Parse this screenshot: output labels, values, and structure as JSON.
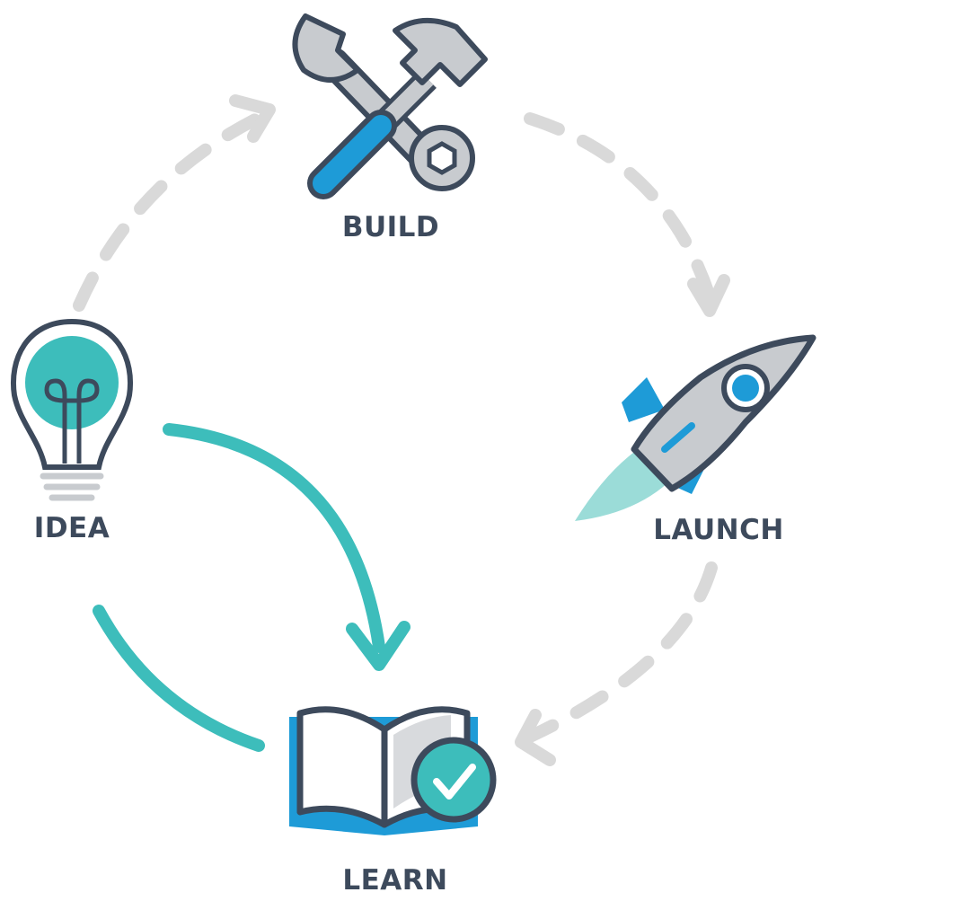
{
  "stages": {
    "build": {
      "label": "BUILD",
      "icon": "wrench-hammer-icon"
    },
    "launch": {
      "label": "LAUNCH",
      "icon": "rocket-icon"
    },
    "learn": {
      "label": "LEARN",
      "icon": "open-book-check-icon"
    },
    "idea": {
      "label": "IDEA",
      "icon": "lightbulb-icon"
    }
  },
  "colors": {
    "teal": "#3dbdbb",
    "blue": "#1e9bd7",
    "dark": "#3d4a5c",
    "gray": "#c8cbcf",
    "dashed": "#d9d9d9"
  }
}
